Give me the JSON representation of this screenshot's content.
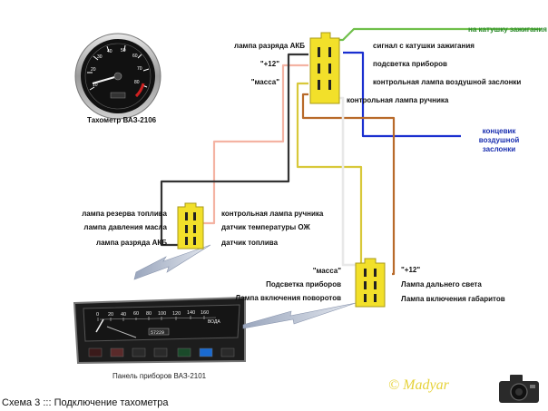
{
  "tachometer": {
    "caption": "Тахометр ВАЗ-2106",
    "dial_numbers": [
      "10",
      "20",
      "30",
      "40",
      "50",
      "60",
      "70",
      "80"
    ]
  },
  "panel": {
    "caption": "Панель приборов ВАЗ-2101",
    "speed_numbers": [
      "0",
      "20",
      "40",
      "60",
      "80",
      "100",
      "120",
      "140",
      "160"
    ],
    "odometer": "57229",
    "label_right": "ВОДА"
  },
  "top_connector": {
    "left_labels": [
      "лампа разряда АКБ",
      "\"+12\"",
      "\"масса\""
    ],
    "right_labels": [
      "сигнал с катушки зажигания",
      "подсветка приборов",
      "контрольная лампа воздушной заслонки",
      "контрольная лампа ручника"
    ],
    "ignition_coil": "на катушку зажигания",
    "choke_switch": "концевик воздушной заслонки"
  },
  "left_connector": {
    "left_labels": [
      "лампа резерва топлива",
      "лампа давления масла",
      "лампа разряда АКБ"
    ],
    "right_labels": [
      "контрольная лампа ручника",
      "датчик температуры ОЖ",
      "датчик топлива"
    ]
  },
  "bottom_connector": {
    "left_labels": [
      "\"масса\"",
      "Подсветка приборов",
      "Лампа включения поворотов"
    ],
    "right_labels": [
      "\"+12\"",
      "Лампа дальнего света",
      "Лампа включения габаритов"
    ]
  },
  "caption": "Схема 3 ::: Подключение тахометра",
  "watermark": "© Madyar",
  "colors": {
    "connector": "#f2e02a",
    "wire_green": "#6fbf4a",
    "wire_blue": "#1a2fd0",
    "wire_brown": "#b86a2a",
    "wire_yellow": "#d8c83a",
    "wire_pink": "#f4b3a3",
    "wire_black": "#333333",
    "wire_white": "#e8e8e8",
    "arrow": "#c0c8d8"
  }
}
